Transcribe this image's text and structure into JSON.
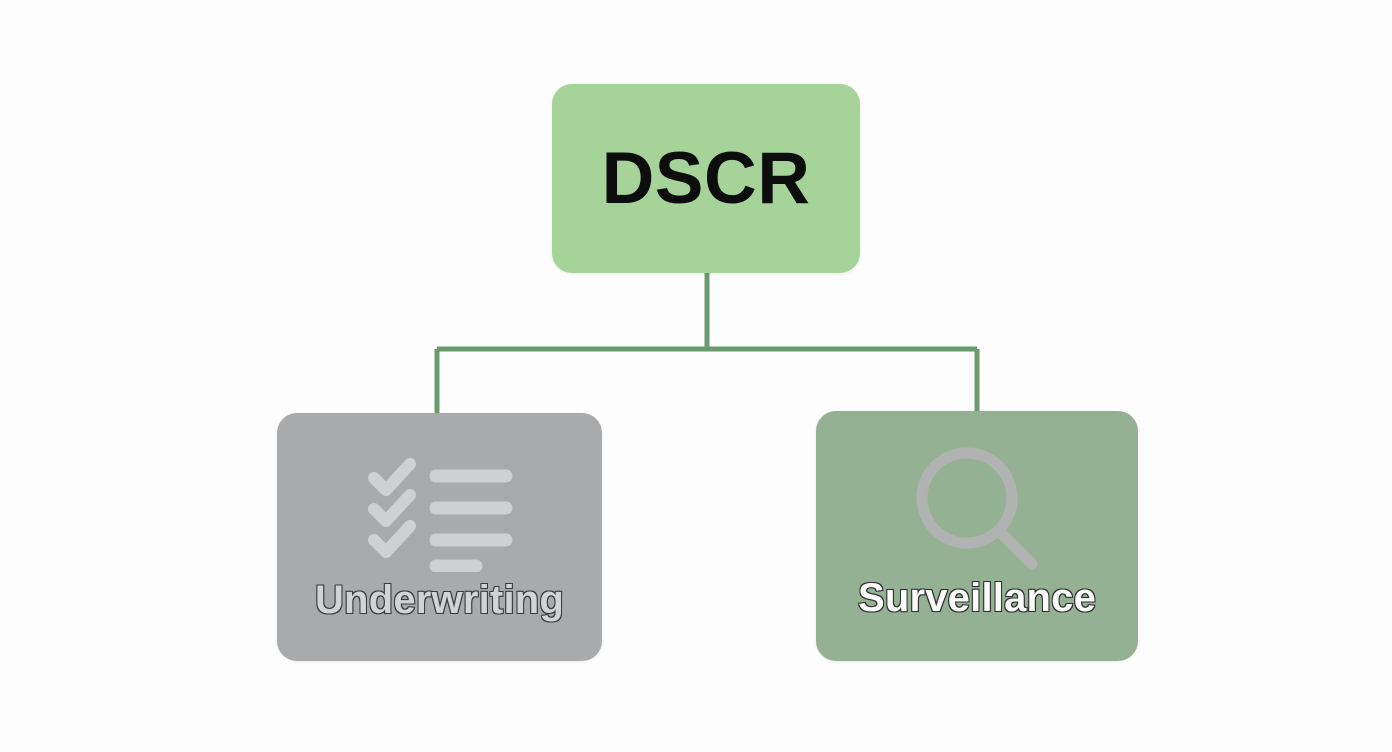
{
  "diagram": {
    "type": "hierarchy-tree",
    "background_color": "#fdfdfd",
    "connector_color": "#6a9b6e",
    "root": {
      "id": "dscr",
      "label": "DSCR",
      "fill_color": "#a6d399",
      "text_color": "#0d0d0d"
    },
    "children": [
      {
        "id": "underwriting",
        "label": "Underwriting",
        "icon": "checklist-icon",
        "fill_color": "#a9aaac",
        "text_color": "#d2d3d5",
        "icon_color": "#cfd0d2"
      },
      {
        "id": "surveillance",
        "label": "Surveillance",
        "icon": "magnifier-icon",
        "fill_color": "#94b293",
        "text_color": "#fbfbfa",
        "icon_color": "#b0b3b2"
      }
    ]
  }
}
